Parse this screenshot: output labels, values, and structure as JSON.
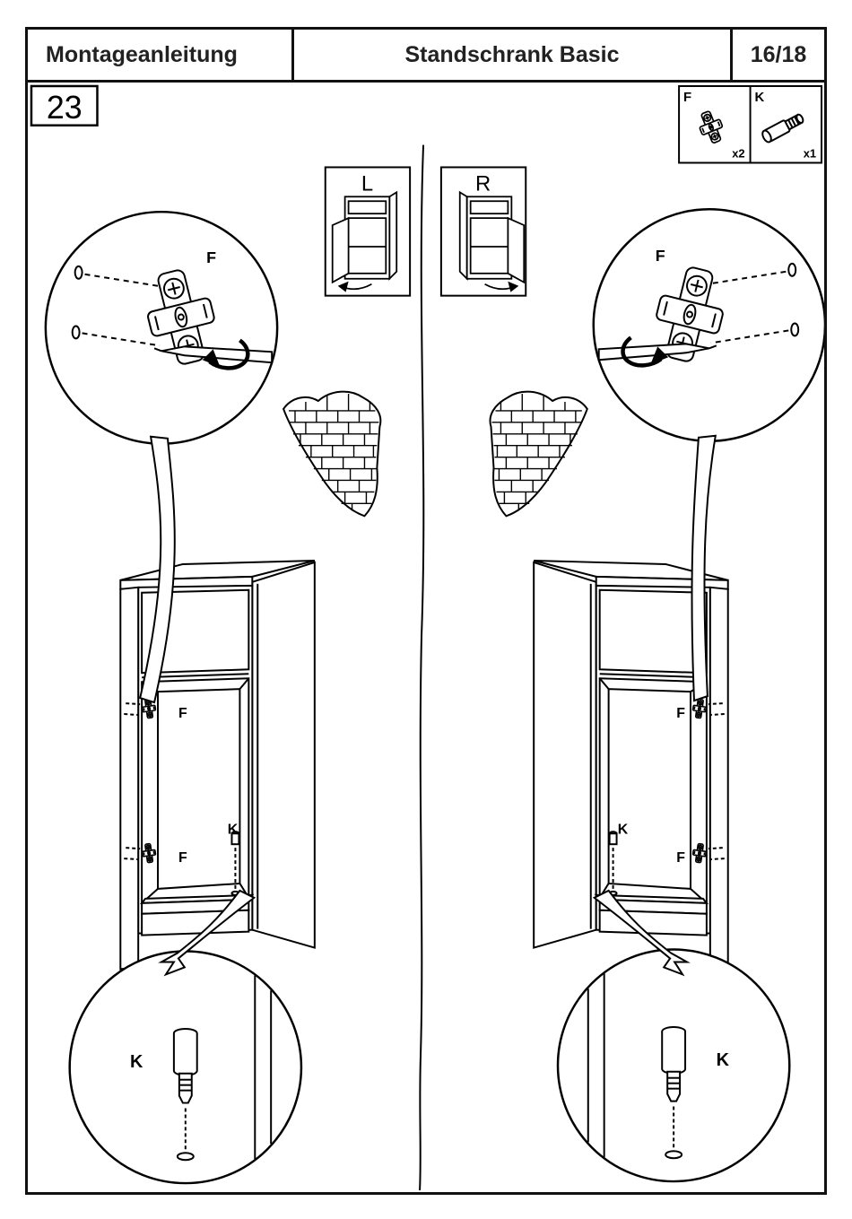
{
  "header": {
    "doc_title": "Montageanleitung",
    "product_title": "Standschrank Basic",
    "page_indicator": "16/18"
  },
  "step_number": "23",
  "parts_legend": {
    "f": {
      "id": "F",
      "qty": "x2",
      "icon": "hinge-mounting-plate-icon"
    },
    "k": {
      "id": "K",
      "qty": "x1",
      "icon": "connector-pin-icon"
    }
  },
  "variants": {
    "left": "L",
    "right": "R"
  },
  "labels": {
    "left": {
      "detail_f": "F",
      "hinge_top_f": "F",
      "hinge_bottom_f": "F",
      "pin_k": "K",
      "pin_detail_k": "K"
    },
    "right": {
      "detail_f": "F",
      "hinge_top_f": "F",
      "hinge_bottom_f": "F",
      "pin_k": "K",
      "pin_detail_k": "K"
    }
  }
}
